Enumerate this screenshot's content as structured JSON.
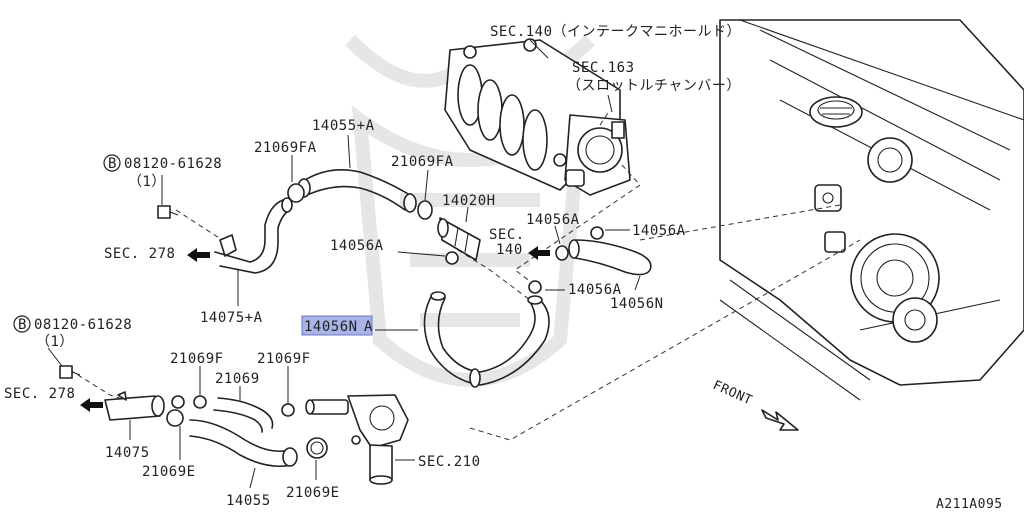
{
  "diagram": {
    "code": "A211A095",
    "sections": {
      "intake_manifold": "SEC.140（インテークマニホールド）",
      "throttle_line1": "SEC.163",
      "throttle_line2": "（スロットルチャンバー）",
      "sec278_upper": "SEC. 278",
      "sec278_lower": "SEC. 278",
      "sec140_line1": "SEC.",
      "sec140_line2": "140",
      "sec210": "SEC.210",
      "front": "FRONT"
    },
    "bolts": {
      "upper_circle": "B",
      "upper_number": "08120-61628",
      "upper_qty": "（1）",
      "lower_circle": "B",
      "lower_number": "08120-61628",
      "lower_qty": "（1）"
    },
    "parts": {
      "p14055A": "14055+A",
      "p21069FA_left": "21069FA",
      "p21069FA_right": "21069FA",
      "p14020H": "14020H",
      "p14056A_mid": "14056A",
      "p14056A_a": "14056A",
      "p14056A_b": "14056A",
      "p14056A_c": "14056A",
      "p14056N": "14056N",
      "p14056NA_highlight": "14056N",
      "p14056NA_suffix": "A",
      "p14075A": "14075+A",
      "p21069F_left": "21069F",
      "p21069F_right": "21069F",
      "p21069": "21069",
      "p14075": "14075",
      "p21069E_left": "21069E",
      "p21069E_bottom": "21069E",
      "p14055": "14055"
    }
  }
}
